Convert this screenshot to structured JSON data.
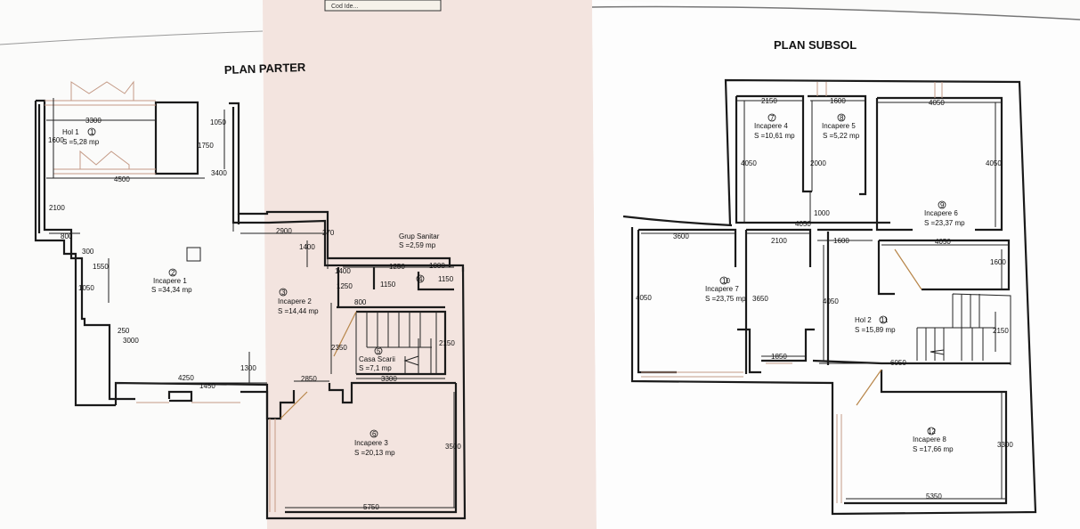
{
  "stamp_text": "Cod Ide...",
  "colors": {
    "paper_left": "#fbfbfa",
    "paper_middle": "#f3e4df",
    "paper_right": "#fdfdfd",
    "walls": "#1a1a1a"
  },
  "parter": {
    "title": "PLAN PARTER",
    "rooms": [
      {
        "num": "1",
        "name": "Hol 1",
        "area": "S =5,28 mp"
      },
      {
        "num": "2",
        "name": "Incapere 1",
        "area": "S =34,34 mp"
      },
      {
        "num": "3",
        "name": "Incapere 2",
        "area": "S =14,44 mp"
      },
      {
        "num": "4",
        "name": "Grup Sanitar",
        "area": "S =2,59 mp"
      },
      {
        "num": "5",
        "name": "Casa Scarii",
        "area": "S =7,1 mp"
      },
      {
        "num": "6",
        "name": "Incapere 3",
        "area": "S =20,13 mp"
      }
    ],
    "dims": [
      "3300",
      "1600",
      "1050",
      "1750",
      "3400",
      "4500",
      "2100",
      "800",
      "300",
      "1550",
      "1050",
      "250",
      "3000",
      "4250",
      "1450",
      "1300",
      "2850",
      "2900",
      "1400",
      "270",
      "1400",
      "1250",
      "1000",
      "1250",
      "1150",
      "1150",
      "800",
      "2350",
      "2150",
      "3300",
      "3500",
      "5750"
    ]
  },
  "subsol": {
    "title": "PLAN SUBSOL",
    "rooms": [
      {
        "num": "7",
        "name": "Incapere 4",
        "area": "S =10,61 mp"
      },
      {
        "num": "8",
        "name": "Incapere 5",
        "area": "S =5,22 mp"
      },
      {
        "num": "9",
        "name": "Incapere 6",
        "area": "S =23,37 mp"
      },
      {
        "num": "10",
        "name": "Incapere 7",
        "area": "S =23,75 mp"
      },
      {
        "num": "11",
        "name": "Hol 2",
        "area": "S =15,89 mp"
      },
      {
        "num": "12",
        "name": "Incapere 8",
        "area": "S =17,66 mp"
      }
    ],
    "dims": [
      "2150",
      "1600",
      "4050",
      "4050",
      "2000",
      "4050",
      "1000",
      "4050",
      "3600",
      "2100",
      "1600",
      "4050",
      "1600",
      "4050",
      "3650",
      "4050",
      "1850",
      "2150",
      "6050",
      "3300",
      "5350"
    ]
  }
}
